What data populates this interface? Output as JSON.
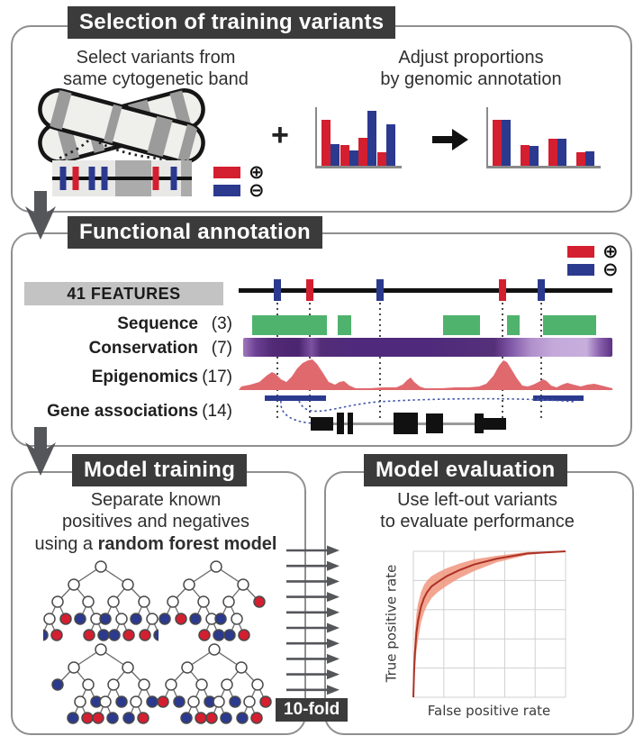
{
  "colors": {
    "positive_red": "#d31f30",
    "negative_blue": "#2b3a8e",
    "sequence_green": "#4fb36d",
    "conservation_dark": "#4f2a7c",
    "conservation_light": "#c9b0de",
    "epigenomics_salmon": "#e0696e",
    "header_bg": "#3b3b3b",
    "panel_border": "#8f8f8f",
    "features_box_bg": "#c3c3c3",
    "roc_line": "#ac3125",
    "roc_band": "#f0977e",
    "grid": "#d0d0d0",
    "arrow_gray": "#55565a",
    "axis_gray": "#8a8a8a"
  },
  "panels": {
    "selection": {
      "title": "Selection of training variants",
      "left_caption": [
        "Select variants from",
        "same cytogenetic band"
      ],
      "right_caption": [
        "Adjust proportions",
        "by genomic annotation"
      ],
      "plus_sign": "+",
      "legend": {
        "positive_symbol": "⊕",
        "negative_symbol": "⊖"
      }
    },
    "annotation": {
      "title": "Functional annotation",
      "features_box": "41 FEATURES",
      "tracks": [
        {
          "name": "Sequence",
          "count": "(3)"
        },
        {
          "name": "Conservation",
          "count": "(7)"
        },
        {
          "name": "Epigenomics",
          "count": "(17)"
        },
        {
          "name": "Gene associations",
          "count": "(14)"
        }
      ],
      "legend": {
        "positive_symbol": "⊕",
        "negative_symbol": "⊖"
      }
    },
    "training": {
      "title": "Model training",
      "caption_line1": "Separate known",
      "caption_line2": "positives and negatives",
      "caption_line3_prefix": "using a ",
      "caption_line3_bold": "random forest model",
      "fold_label": "10-fold",
      "arrow_count": 10
    },
    "evaluation": {
      "title": "Model evaluation",
      "caption_line1": "Use left-out variants",
      "caption_line2": "to evaluate performance",
      "xlabel": "False positive rate",
      "ylabel": "True positive rate"
    }
  },
  "chart_data": [
    {
      "type": "bar",
      "id": "proportions-before",
      "title": "variant proportions before adjustment",
      "categories": [
        "",
        "",
        "",
        ""
      ],
      "series": [
        {
          "name": "positives (⊕)",
          "color": "#d31f30",
          "values": [
            0.8,
            0.36,
            0.48,
            0.23
          ]
        },
        {
          "name": "negatives (⊖)",
          "color": "#2b3a8e",
          "values": [
            0.37,
            0.26,
            0.96,
            0.72
          ]
        }
      ],
      "ylim": [
        0,
        1
      ],
      "grid": false,
      "legend_position": "none"
    },
    {
      "type": "bar",
      "id": "proportions-after",
      "title": "variant proportions after adjustment",
      "categories": [
        "",
        "",
        "",
        ""
      ],
      "series": [
        {
          "name": "positives (⊕)",
          "color": "#d31f30",
          "values": [
            0.8,
            0.36,
            0.47,
            0.23
          ]
        },
        {
          "name": "negatives (⊖)",
          "color": "#2b3a8e",
          "values": [
            0.8,
            0.35,
            0.47,
            0.25
          ]
        }
      ],
      "ylim": [
        0,
        1
      ],
      "grid": false,
      "legend_position": "none"
    },
    {
      "type": "line",
      "id": "roc-curve",
      "title": "ROC curve with confidence band",
      "xlabel": "False positive rate",
      "ylabel": "True positive rate",
      "xlim": [
        0,
        1
      ],
      "ylim": [
        0,
        1
      ],
      "grid": true,
      "x": [
        0,
        0.005,
        0.01,
        0.02,
        0.03,
        0.05,
        0.07,
        0.09,
        0.12,
        0.16,
        0.22,
        0.3,
        0.4,
        0.55,
        0.75,
        1.0
      ],
      "y": [
        0,
        0.18,
        0.3,
        0.44,
        0.52,
        0.62,
        0.68,
        0.72,
        0.76,
        0.79,
        0.83,
        0.87,
        0.91,
        0.95,
        0.985,
        1.0
      ],
      "band_upper": [
        0,
        0.3,
        0.44,
        0.57,
        0.64,
        0.72,
        0.77,
        0.8,
        0.83,
        0.855,
        0.885,
        0.915,
        0.945,
        0.97,
        0.995,
        1.0
      ],
      "band_lower": [
        0,
        0.1,
        0.18,
        0.31,
        0.39,
        0.51,
        0.58,
        0.63,
        0.68,
        0.72,
        0.765,
        0.815,
        0.865,
        0.925,
        0.975,
        1.0
      ]
    }
  ],
  "forest": {
    "trees": [
      {
        "l2": [
          "w",
          "w",
          "w",
          "w"
        ],
        "l3": [
          "w",
          "r",
          "b",
          "w",
          "b",
          "w",
          "b",
          "w"
        ],
        "pairs": [
          [
            "b",
            "r"
          ],
          null,
          null,
          [
            "r",
            "b"
          ],
          null,
          [
            "b",
            "r"
          ],
          null,
          [
            "r",
            "b"
          ]
        ]
      },
      {
        "l2": [
          "w",
          "w",
          "w",
          "r"
        ],
        "l3": [
          "b",
          "r",
          "b",
          "w",
          "b",
          "w",
          "x",
          "x"
        ],
        "pairs": [
          null,
          null,
          null,
          [
            "r",
            "b"
          ],
          null,
          [
            "b",
            "r"
          ],
          null,
          null
        ]
      },
      {
        "l2": [
          "b",
          "w",
          "w",
          "w"
        ],
        "l3": [
          "x",
          "x",
          "w",
          "b",
          "w",
          "b",
          "w",
          "b"
        ],
        "pairs": [
          null,
          null,
          [
            "b",
            "r"
          ],
          null,
          [
            "r",
            "b"
          ],
          null,
          [
            "b",
            "r"
          ],
          null
        ]
      },
      {
        "l2": [
          "w",
          "w",
          "w",
          "w"
        ],
        "l3": [
          "r",
          "b",
          "w",
          "b",
          "w",
          "b",
          "w",
          "r"
        ],
        "pairs": [
          null,
          null,
          [
            "b",
            "r"
          ],
          null,
          [
            "r",
            "b"
          ],
          null,
          [
            "b",
            "r"
          ],
          null
        ]
      }
    ]
  }
}
